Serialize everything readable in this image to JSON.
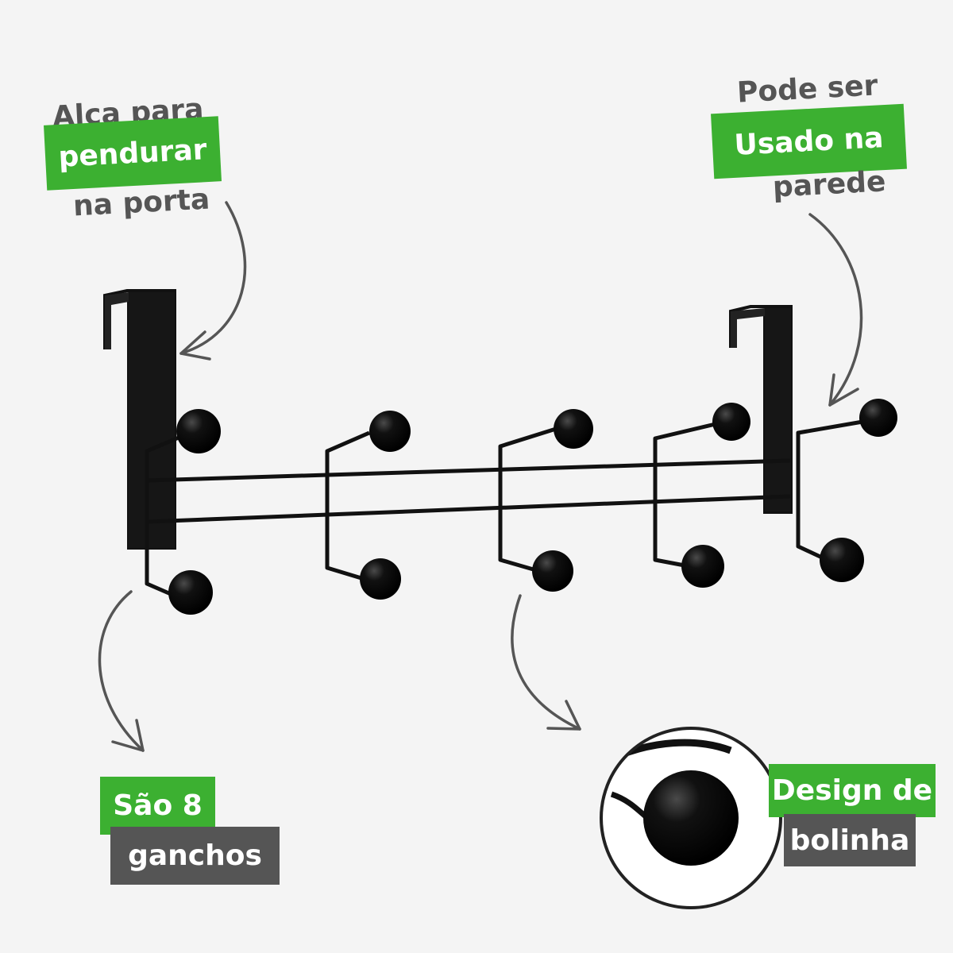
{
  "callouts": {
    "door_handle": {
      "line1": "Alça para",
      "highlight": "pendurar",
      "line3": "na porta"
    },
    "wall": {
      "line1": "Pode ser",
      "highlight": "Usado na",
      "line3": "parede"
    },
    "hooks": {
      "highlight": "São 8",
      "line2": "ganchos"
    },
    "ball": {
      "highlight": "Design de",
      "line2": "bolinha"
    }
  },
  "colors": {
    "accent": "#3cb031",
    "dark_label": "#555555",
    "text": "#555555",
    "product": "#111111",
    "background": "#f4f4f4"
  },
  "icons": {
    "arrows": "curved-arrow-icon"
  }
}
